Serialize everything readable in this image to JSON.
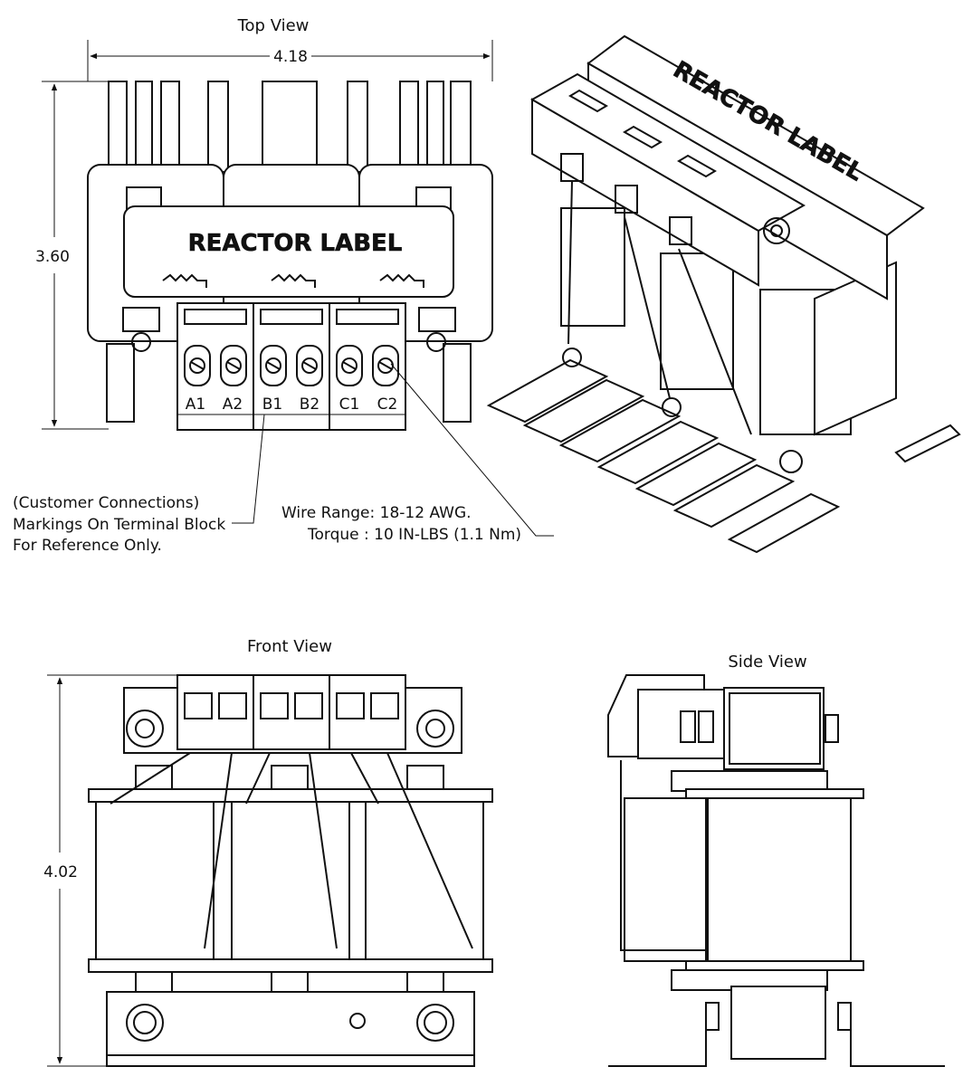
{
  "views": {
    "top": "Top View",
    "front": "Front View",
    "side": "Side View"
  },
  "dimensions": {
    "width": "4.18",
    "depth": "3.60",
    "height": "4.02"
  },
  "label_text": "REACTOR LABEL",
  "terminals": [
    "A1",
    "A2",
    "B1",
    "B2",
    "C1",
    "C2"
  ],
  "notes": {
    "customer": [
      "(Customer Connections)",
      "Markings On Terminal Block",
      "For Reference Only."
    ],
    "wire_range": "Wire Range: 18-12 AWG.",
    "torque": "Torque : 10 IN-LBS (1.1 Nm)"
  }
}
